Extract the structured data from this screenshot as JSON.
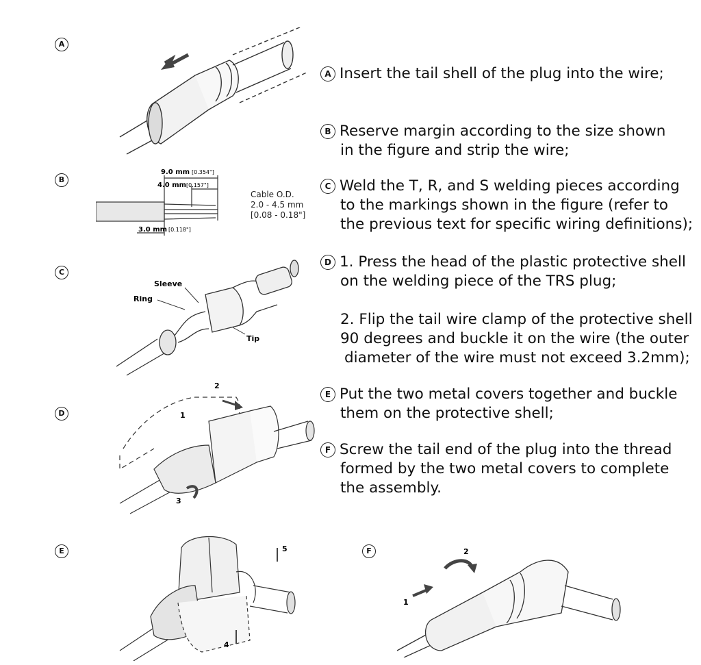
{
  "figure_labels": {
    "a": "A",
    "b": "B",
    "c": "C",
    "d": "D",
    "e": "E",
    "f": "F"
  },
  "steps": [
    {
      "marker": "A",
      "lines": [
        "Insert the tail shell of the plug into the wire;"
      ]
    },
    {
      "marker": "B",
      "lines": [
        "Reserve margin according to the size shown",
        "in the figure and strip the wire;"
      ]
    },
    {
      "marker": "C",
      "lines": [
        "Weld the T, R, and S welding pieces according",
        "to the markings shown in the figure (refer to",
        "the previous text for specific wiring definitions);"
      ]
    },
    {
      "marker": "D",
      "lines": [
        "1. Press the head of the plastic protective shell",
        "on the welding piece of the TRS plug;"
      ]
    },
    {
      "marker": "",
      "lines": [
        "2. Flip the tail wire clamp of the protective shell",
        "90 degrees and buckle it on the wire (the outer",
        "diameter of the wire must not exceed 3.2mm);"
      ]
    },
    {
      "marker": "E",
      "lines": [
        "Put the two metal covers together and buckle",
        "them on the protective shell;"
      ]
    },
    {
      "marker": "F",
      "lines": [
        "Screw the tail end of the plug into the thread",
        "formed by the two metal covers to complete",
        "the assembly."
      ]
    }
  ],
  "dimensions": {
    "d1": "9.0 mm",
    "d1_in": "[0.354\"]",
    "d2": "4.0 mm",
    "d2_in": "[0.157\"]",
    "d3": "3.0 mm",
    "d3_in": "[0.118\"]"
  },
  "cable_od": {
    "title": "Cable O.D.",
    "range_mm": "2.0 - 4.5 mm",
    "range_in": "[0.08 - 0.18\"]"
  },
  "wire_labels": {
    "sleeve": "Sleeve",
    "ring": "Ring",
    "tip": "Tip"
  },
  "callouts": {
    "one": "1",
    "two": "2",
    "three": "3",
    "four": "4",
    "five": "5"
  },
  "icons": [
    "arrow-left-icon",
    "rotate-arrow-icon",
    "push-arrow-icon"
  ]
}
